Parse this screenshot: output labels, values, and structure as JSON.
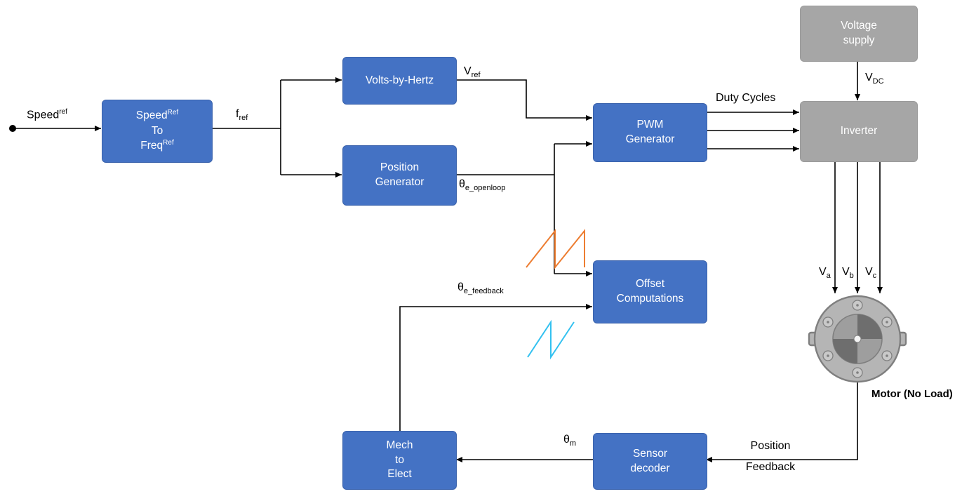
{
  "colors": {
    "block-blue": "#4472C4",
    "block-blue-border": "#3B63AC",
    "block-gray": "#A6A6A6",
    "block-gray-border": "#9A9A9A",
    "wire": "#000000",
    "waveform-orange": "#ED7D31",
    "waveform-cyan": "#33C1F0",
    "motor-body": "#B5B5B5",
    "motor-outline": "#7F7F7F",
    "motor-rotor": "#9E9E9E",
    "motor-wedge": "#6E6E6E",
    "motor-screw": "#C9C9C9"
  },
  "blocks": {
    "speed_to_freq": {
      "line1": {
        "base": "Speed",
        "sup": "Ref"
      },
      "line2": "To",
      "line3": {
        "base": "Freq",
        "sup": "Ref"
      }
    },
    "volts_by_hertz": {
      "label": "Volts-by-Hertz"
    },
    "position_generator": {
      "line1": "Position",
      "line2": "Generator"
    },
    "pwm_generator": {
      "line1": "PWM",
      "line2": "Generator"
    },
    "offset_computations": {
      "line1": "Offset",
      "line2": "Computations"
    },
    "mech_to_elect": {
      "line1": "Mech",
      "line2": "to",
      "line3": "Elect"
    },
    "sensor_decoder": {
      "line1": "Sensor",
      "line2": "decoder"
    },
    "voltage_supply": {
      "line1": "Voltage",
      "line2": "supply"
    },
    "inverter": {
      "label": "Inverter"
    }
  },
  "signals": {
    "speed_ref": {
      "base": "Speed",
      "sup": "ref"
    },
    "f_ref": {
      "base": "f",
      "sub": "ref"
    },
    "v_ref": {
      "base": "V",
      "sub": "ref"
    },
    "duty_cycles": "Duty Cycles",
    "v_dc": {
      "base": "V",
      "sub": "DC"
    },
    "theta_e_openloop": {
      "base": "θ",
      "sub": "e_openloop"
    },
    "theta_e_feedback": {
      "base": "θ",
      "sub": "e_feedback"
    },
    "v_a": {
      "base": "V",
      "sub": "a"
    },
    "v_b": {
      "base": "V",
      "sub": "b"
    },
    "v_c": {
      "base": "V",
      "sub": "c"
    },
    "theta_m": {
      "base": "θ",
      "sub": "m"
    },
    "position_feedback": {
      "line1": "Position",
      "line2": "Feedback"
    },
    "motor_label": "Motor (No Load)"
  }
}
